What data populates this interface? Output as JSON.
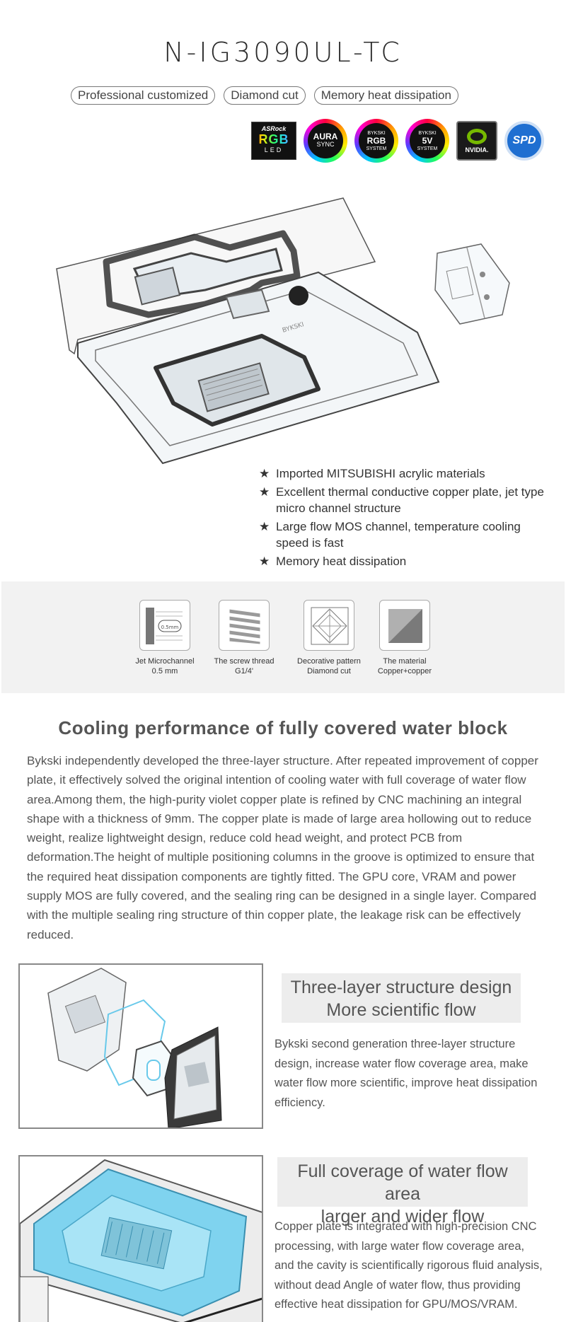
{
  "header": {
    "title": "N-IG3090UL-TC",
    "tags": [
      "Professional customized",
      "Diamond cut",
      "Memory heat dissipation"
    ]
  },
  "logos": {
    "asrock": {
      "brand": "ASRock",
      "mark": "RGB",
      "sub": "LED"
    },
    "aura": {
      "line1": "AURA",
      "line2": "SYNC"
    },
    "bykski_rgb": {
      "brand": "BYKSKI",
      "mark": "RGB",
      "sub": "SYSTEM"
    },
    "bykski_5v": {
      "brand": "BYKSKI",
      "mark": "5V",
      "sub": "SYSTEM"
    },
    "nvidia": {
      "text": "NVIDIA."
    },
    "spd": {
      "text": "SPD"
    }
  },
  "features": [
    "Imported MITSUBISHI acrylic materials",
    "Excellent thermal conductive copper plate, jet type micro channel structure",
    "Large flow MOS channel, temperature cooling speed is fast",
    "Memory heat dissipation"
  ],
  "specs": [
    {
      "title": "Jet Microchannel",
      "value": "0.5 mm",
      "icon": "microchannel-icon",
      "badge": "0.5mm"
    },
    {
      "title": "The screw thread",
      "value": "G1/4'",
      "icon": "screw-thread-icon"
    },
    {
      "title": "Decorative pattern",
      "value": "Diamond cut",
      "icon": "diamond-cut-icon"
    },
    {
      "title": "The material",
      "value": "Copper+copper",
      "icon": "copper-material-icon"
    }
  ],
  "cooling": {
    "title": "Cooling performance of fully covered water block",
    "body": "Bykski independently developed the three-layer structure. After repeated improvement of copper plate, it effectively solved the original intention of cooling water with full coverage of water flow area.Among them, the high-purity violet copper plate is refined by CNC machining an integral shape with a thickness of 9mm. The copper plate is made of large area hollowing out to reduce weight, realize lightweight design, reduce cold head weight, and protect PCB from deformation.The height of multiple positioning columns in the groove is optimized to ensure that the required heat dissipation components are tightly fitted. The GPU core, VRAM and power supply MOS are fully covered, and the sealing ring can be designed in a single layer. Compared with the multiple sealing ring structure of thin copper plate, the leakage risk can be effectively reduced."
  },
  "section1": {
    "heading_line1": "Three-layer structure design",
    "heading_line2": "More scientific flow",
    "body": "Bykski second generation three-layer structure design, increase water flow coverage area, make water flow more scientific, improve heat dissipation efficiency."
  },
  "section2": {
    "heading_line1": "Full coverage of water flow area",
    "heading_line2": "larger and wider flow",
    "body": "Copper plate is integrated with high-precision CNC processing, with large water flow coverage area, and the cavity is scientifically rigorous fluid analysis, without dead Angle of water flow, thus providing effective heat dissipation for GPU/MOS/VRAM."
  },
  "colors": {
    "text": "#555555",
    "band": "#f2f2f2",
    "coolant_blue": "#7fd3ef",
    "nvidia_green": "#76b900",
    "spd_blue": "#1f6fd1"
  }
}
